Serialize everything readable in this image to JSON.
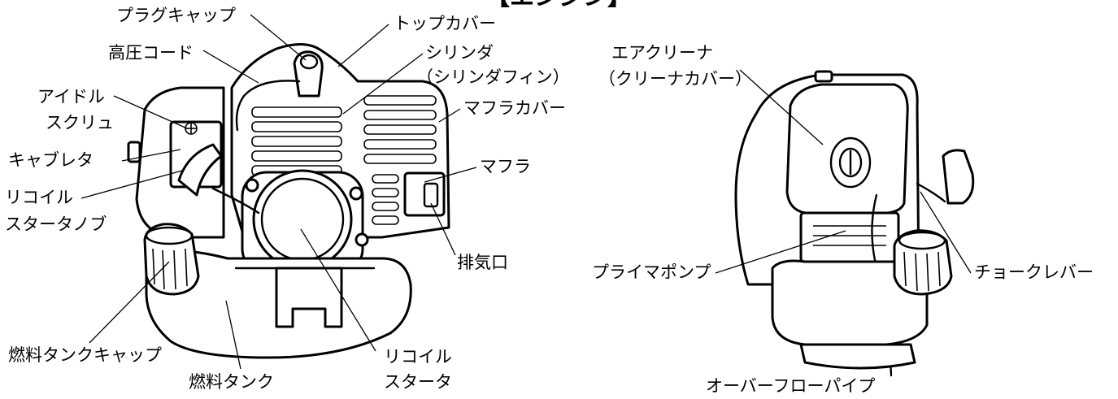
{
  "title": "【エンジン】",
  "left_labels": {
    "plug_cap": "プラグキャップ",
    "top_cover": "トップカバー",
    "high_voltage_cord": "高圧コード",
    "cylinder": "シリンダ",
    "cylinder_fin": "（シリンダフィン）",
    "idle_screw_1": "アイドル",
    "idle_screw_2": "スクリュ",
    "muffler_cover": "マフラカバー",
    "carburetor": "キャブレタ",
    "muffler": "マフラ",
    "recoil_knob_1": "リコイル",
    "recoil_knob_2": "スタータノブ",
    "exhaust_port": "排気口",
    "fuel_tank_cap": "燃料タンクキャップ",
    "recoil_starter_1": "リコイル",
    "recoil_starter_2": "スタータ",
    "fuel_tank": "燃料タンク"
  },
  "right_labels": {
    "air_cleaner": "エアクリーナ",
    "cleaner_cover": "（クリーナカバー）",
    "primer_pump": "プライマポンプ",
    "choke_lever": "チョークレバー",
    "overflow_pipe": "オーバーフローパイプ"
  }
}
